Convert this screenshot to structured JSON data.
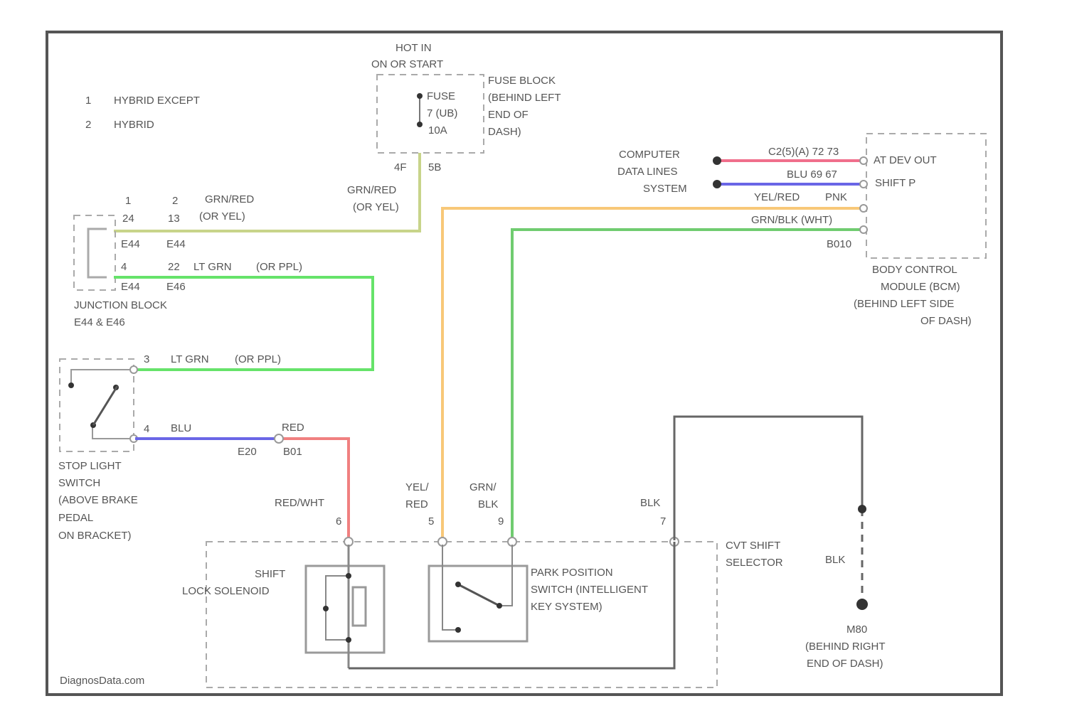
{
  "legend": {
    "num1": "1",
    "text1": "HYBRID EXCEPT",
    "num2": "2",
    "text2": "HYBRID"
  },
  "fuse": {
    "hot1": "HOT IN",
    "hot2": "ON OR START",
    "f1": "FUSE",
    "f2": "7 (UB)",
    "f3": "10A",
    "b1": "FUSE BLOCK",
    "b2": "(BEHIND LEFT",
    "b3": "END OF",
    "b4": "DASH)",
    "pinA": "4F",
    "pinB": "5B"
  },
  "wires": {
    "grnred_feed_1": "GRN/RED",
    "grnred_feed_2": "(OR YEL)",
    "junction_grnred": "GRN/RED",
    "junction_grnred_2": "(OR YEL)",
    "ltgrn_1": "LT GRN",
    "ltgrn_1b": "(OR PPL)",
    "ltgrn_2": "LT GRN",
    "ltgrn_2b": "(OR PPL)",
    "blu": "BLU",
    "red_top": "RED",
    "red_wht": "RED/WHT",
    "yel_red_1": "YEL/",
    "yel_red_2": "RED",
    "grn_blk_1": "GRN/",
    "grn_blk_2": "BLK",
    "blk_1": "BLK",
    "blk_2": "BLK",
    "yel_red_long": "YEL/RED",
    "pnk": "PNK",
    "grn_blk_long": "GRN/BLK (WHT)",
    "bcm_pin_top": "C2(5)(A) 72 73",
    "bcm_pin_bot": "BLU 69 67",
    "b010": "B010"
  },
  "junction": {
    "c1": "1",
    "c2": "2",
    "p1": "24",
    "p2": "13",
    "e44a": "E44",
    "e44b": "E44",
    "p3": "4",
    "p4": "22",
    "e44c": "E44",
    "e46": "E46",
    "name1": "JUNCTION BLOCK",
    "name2": "E44 & E46"
  },
  "computer": {
    "l1": "COMPUTER",
    "l2": "DATA LINES",
    "l3": "SYSTEM"
  },
  "bcm": {
    "pin1": "AT DEV OUT",
    "pin2": "SHIFT P",
    "n1": "BODY CONTROL",
    "n2": "MODULE (BCM)",
    "n3": "(BEHIND LEFT SIDE",
    "n4": "OF DASH)"
  },
  "stop_switch": {
    "p3": "3",
    "p4": "4",
    "pin_e20": "E20",
    "pin_b01": "B01",
    "pin_b01b": "B01",
    "n1": "STOP LIGHT",
    "n2": "SWITCH",
    "n3": "(ABOVE BRAKE",
    "n4": "PEDAL",
    "n5": "ON BRACKET)"
  },
  "selector": {
    "p6": "6",
    "p5": "5",
    "p9": "9",
    "p7": "7",
    "s1": "SHIFT",
    "s2": "LOCK SOLENOID",
    "k1": "PARK POSITION",
    "k2": "SWITCH (INTELLIGENT",
    "k3": "KEY SYSTEM)",
    "n1": "CVT SHIFT",
    "n2": "SELECTOR"
  },
  "ground": {
    "g1": "M80",
    "g2": "(BEHIND RIGHT",
    "g3": "END OF DASH)"
  },
  "watermark": "DiagnosData.com",
  "colors": {
    "grn_red": "#c8d48a",
    "lt_grn": "#66e36a",
    "blu": "#6a66e6",
    "red": "#f08080",
    "yel": "#f8c878",
    "grn": "#70cc70",
    "pink": "#f06f8c"
  }
}
